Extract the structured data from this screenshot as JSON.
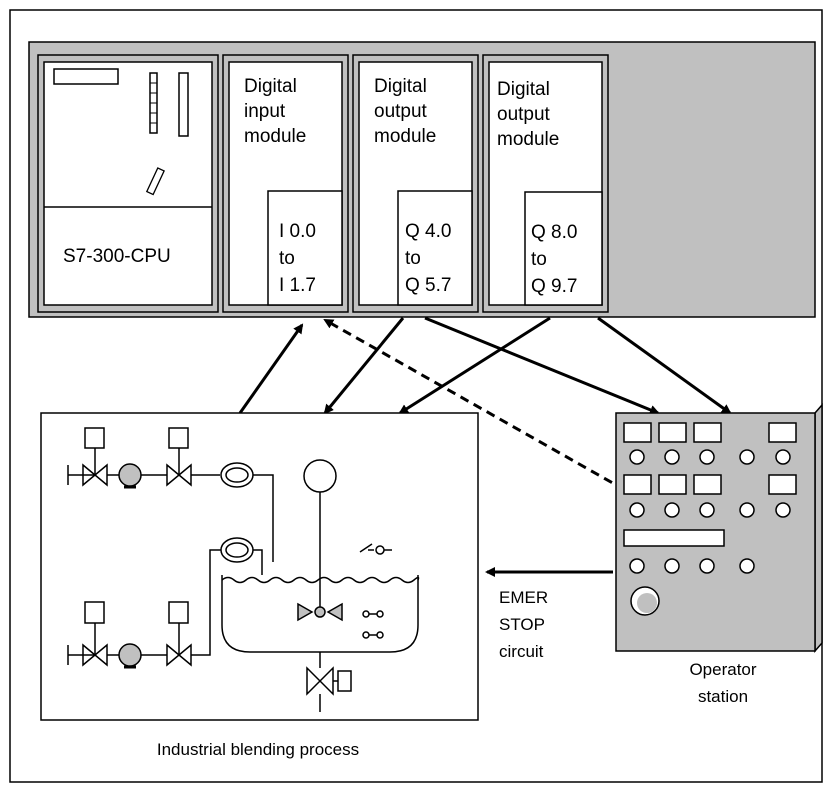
{
  "plc": {
    "cpu_label": "S7-300-CPU",
    "modules": [
      {
        "lines": [
          "Digital",
          "input",
          "module"
        ],
        "addr": [
          "I 0.0",
          "to",
          "I 1.7"
        ]
      },
      {
        "lines": [
          "Digital",
          "output",
          "module"
        ],
        "addr": [
          "Q 4.0",
          "to",
          "Q 5.7"
        ]
      },
      {
        "lines": [
          "Digital",
          "output",
          "module"
        ],
        "addr": [
          "Q 8.0",
          "to",
          "Q 9.7"
        ]
      }
    ]
  },
  "process_label": "Industrial blending process",
  "emer_stop": [
    "EMER",
    "STOP",
    "circuit"
  ],
  "operator": [
    "Operator",
    "station"
  ],
  "colors": {
    "line": "#000000",
    "panel": "#c0c0c0",
    "white": "#ffffff"
  }
}
